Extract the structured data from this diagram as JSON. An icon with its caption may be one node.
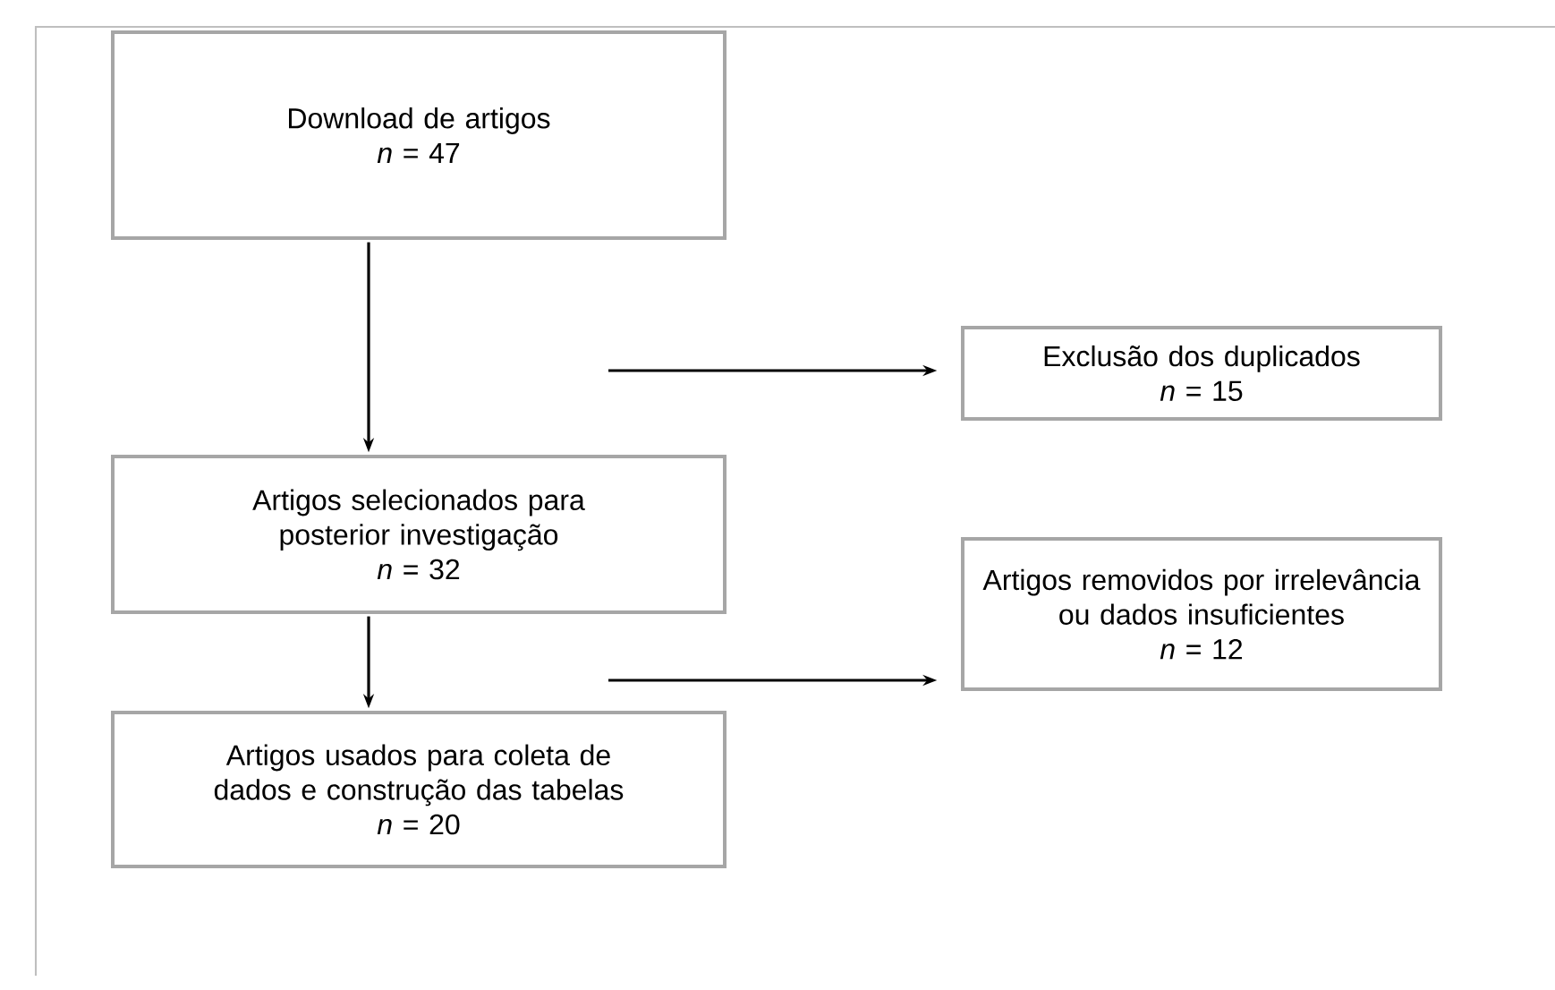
{
  "diagram": {
    "nodes": [
      {
        "text": [
          "Download de artigos",
          "*n* = 47"
        ]
      },
      {
        "text": [
          "Exclusão dos duplicados",
          "*n* = 15"
        ]
      },
      {
        "text": [
          "Artigos selecionados para posterior investigação",
          "*n* = 32"
        ]
      },
      {
        "text": [
          "Artigos removidos por irrelevância ou dados insuficientes",
          "*n* = 12"
        ]
      },
      {
        "text": [
          "Artigos usados para coleta de dados e construção das tabelas",
          "*n* = 20"
        ]
      }
    ],
    "edges": [
      {
        "from": 0,
        "to": 2,
        "arrow": "to"
      },
      {
        "from": null,
        "to": 1,
        "arrow": "to"
      },
      {
        "from": 2,
        "to": 4,
        "arrow": "to"
      },
      {
        "from": null,
        "to": 3,
        "arrow": "to"
      }
    ]
  }
}
